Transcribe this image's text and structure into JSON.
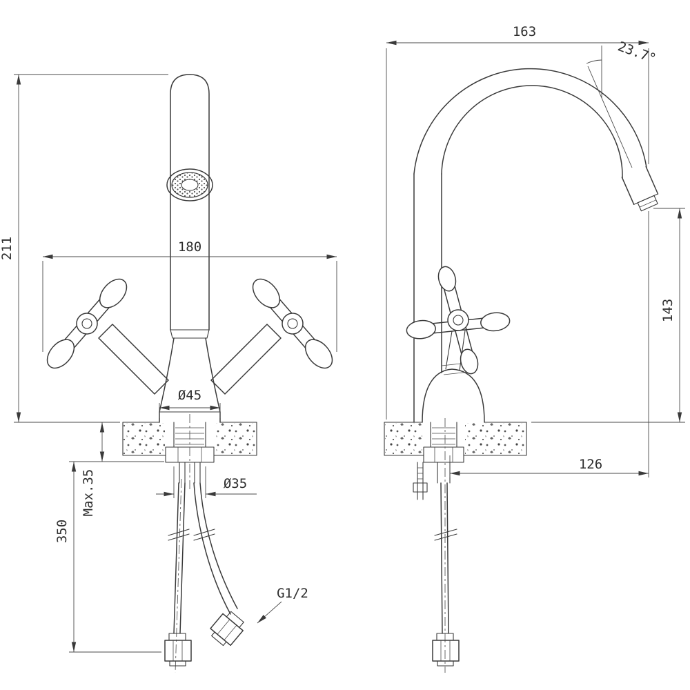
{
  "labels": {
    "front": {
      "overall_height": "211",
      "handle_span": "180",
      "base_diameter": "Ø45",
      "max_mount_thickness": "Max.35",
      "hole_diameter": "Ø35",
      "hose_length": "350",
      "connection_thread": "G1/2"
    },
    "side": {
      "top_reach": "163",
      "spout_angle": "23.7°",
      "spout_height": "143",
      "spout_reach": "126"
    }
  }
}
